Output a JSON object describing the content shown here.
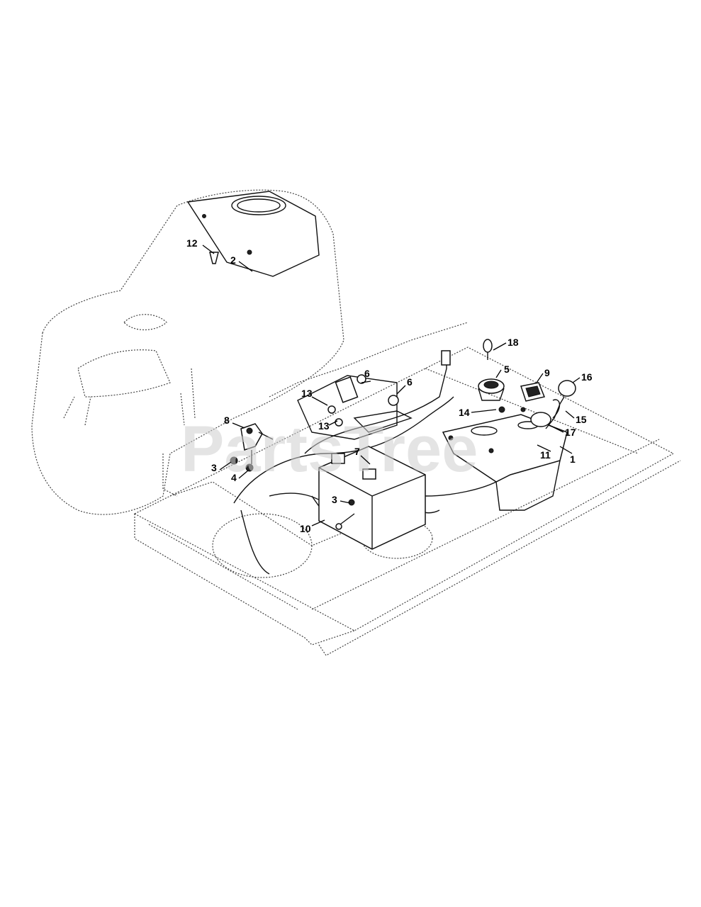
{
  "watermark": "PartsTree",
  "callouts": [
    {
      "id": "c12",
      "label": "12"
    },
    {
      "id": "c2",
      "label": "2"
    },
    {
      "id": "c18",
      "label": "18"
    },
    {
      "id": "c5",
      "label": "5"
    },
    {
      "id": "c9",
      "label": "9"
    },
    {
      "id": "c16",
      "label": "16"
    },
    {
      "id": "c6a",
      "label": "6"
    },
    {
      "id": "c6b",
      "label": "6"
    },
    {
      "id": "c13a",
      "label": "13"
    },
    {
      "id": "c13b",
      "label": "13"
    },
    {
      "id": "c14",
      "label": "14"
    },
    {
      "id": "c15",
      "label": "15"
    },
    {
      "id": "c8",
      "label": "8"
    },
    {
      "id": "c17",
      "label": "17"
    },
    {
      "id": "c7",
      "label": "7"
    },
    {
      "id": "c11",
      "label": "11"
    },
    {
      "id": "c1",
      "label": "1"
    },
    {
      "id": "c3a",
      "label": "3"
    },
    {
      "id": "c4",
      "label": "4"
    },
    {
      "id": "c3b",
      "label": "3"
    },
    {
      "id": "c10",
      "label": "10"
    }
  ]
}
